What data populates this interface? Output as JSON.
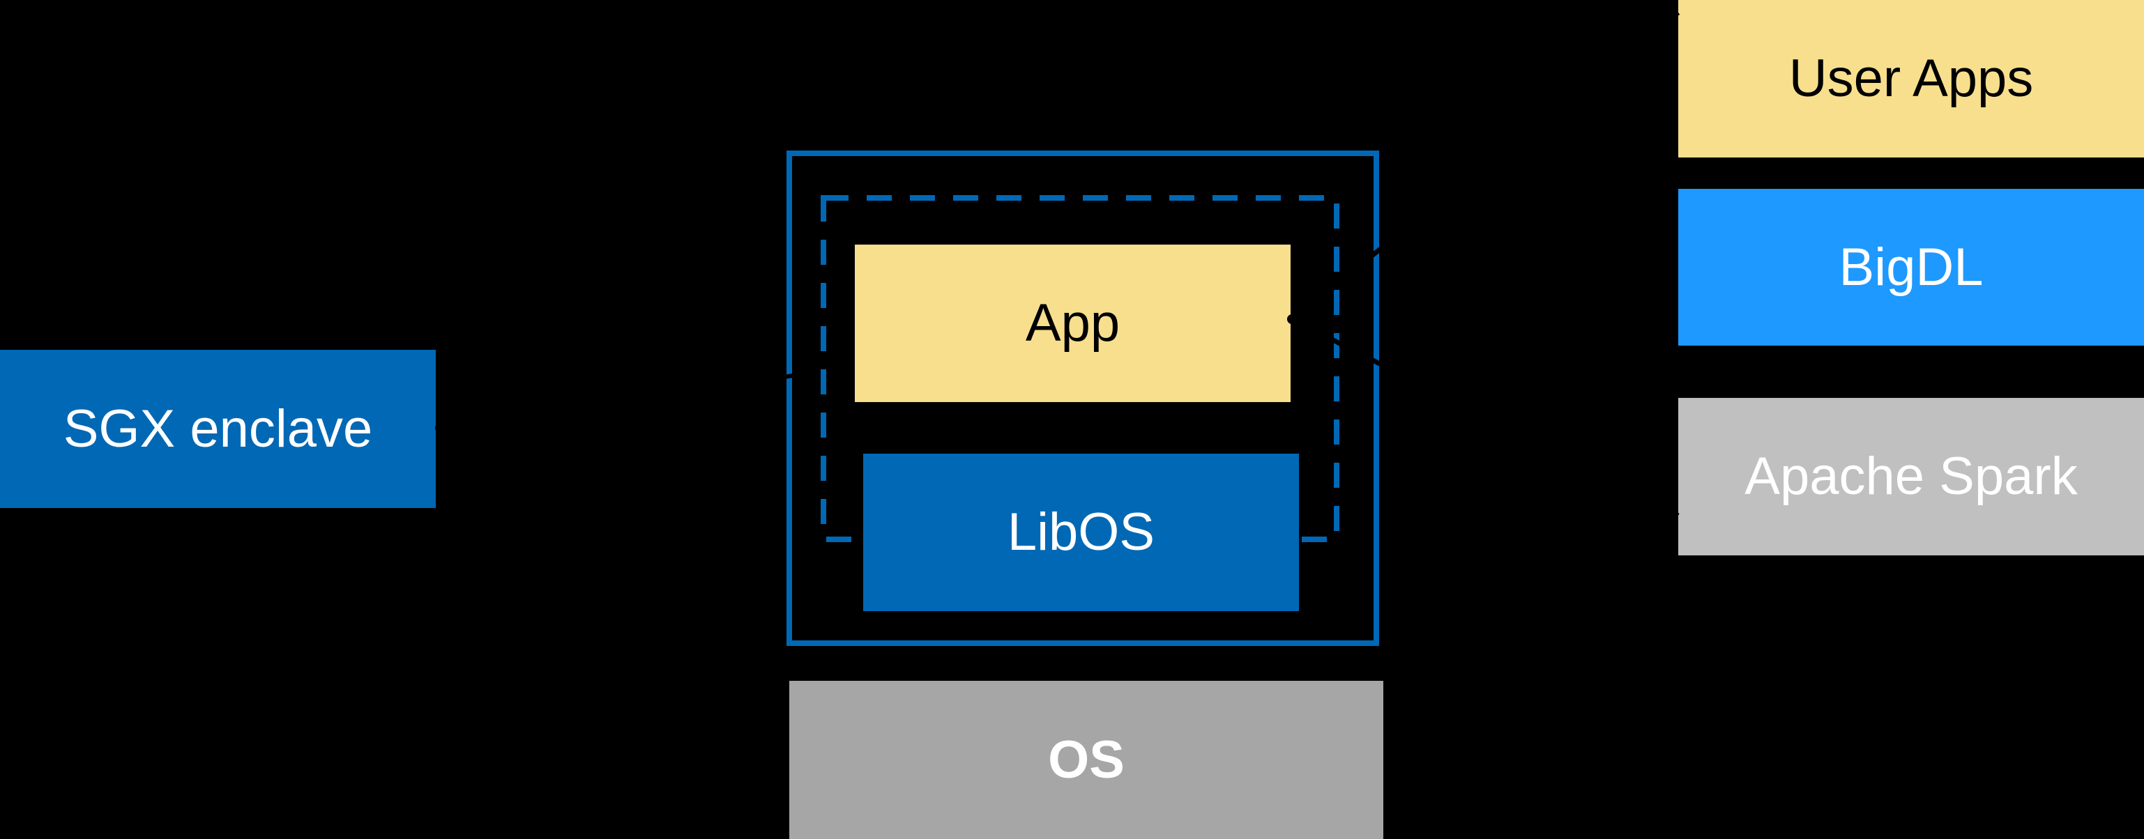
{
  "diagram": {
    "background_color": "#000000",
    "colors": {
      "intel_blue": "#0068B5",
      "bright_blue": "#1E99FF",
      "pale_yellow": "#F7DF8E",
      "light_gray": "#C0C0C0",
      "medium_gray": "#A6A6A6",
      "text_light": "#FFFFFF",
      "text_dark": "#000000",
      "connector_black": "#000000"
    },
    "sgx_label_box": {
      "label": "SGX enclave"
    },
    "enclave": {
      "app_box": {
        "label": "App"
      },
      "libos_box": {
        "label": "LibOS"
      }
    },
    "os_box": {
      "label": "OS"
    },
    "stack": {
      "user_apps": {
        "label": "User Apps"
      },
      "bigdl": {
        "label": "BigDL"
      },
      "apache_spark": {
        "label": "Apache Spark"
      }
    }
  }
}
